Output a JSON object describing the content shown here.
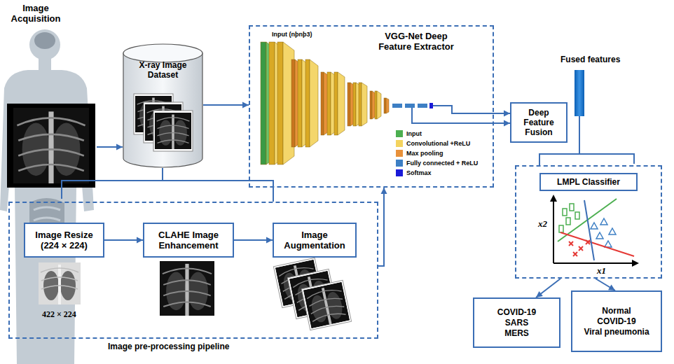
{
  "diagram": {
    "nodes": [
      {
        "text": [
          "Image Acquisition"
        ]
      },
      {
        "text": [
          "X-ray Image Dataset"
        ]
      },
      {
        "text": [
          "Image pre-processing pipeline"
        ]
      },
      {
        "text": [
          "Image Resize (224 × 224)"
        ],
        "in": 2
      },
      {
        "text": [
          "CLAHE Image Enhancement"
        ],
        "in": 2
      },
      {
        "text": [
          "Image Augmentation"
        ],
        "in": 2
      },
      {
        "text": [
          "VGG-Net Deep Feature Extractor"
        ]
      },
      {
        "text": [
          "Deep Feature Fusion"
        ]
      },
      {
        "text": [
          "Fused features"
        ]
      },
      {
        "text": [
          "LMPL Classifier"
        ]
      },
      {
        "text": [
          "COVID-19",
          "SARS",
          "MERS"
        ]
      },
      {
        "text": [
          "Normal",
          "COVID-19",
          "Viral pneumonia"
        ]
      }
    ],
    "edges": [
      {
        "from": 0,
        "to": 1,
        "arrow": "to"
      },
      {
        "from": 1,
        "to": 2,
        "arrow": "none"
      },
      {
        "from": 3,
        "to": 4,
        "arrow": "to"
      },
      {
        "from": 4,
        "to": 5,
        "arrow": "to"
      },
      {
        "from": 2,
        "to": 6,
        "arrow": "to"
      },
      {
        "from": 1,
        "to": 6,
        "arrow": "to"
      },
      {
        "from": 6,
        "to": 7,
        "arrow": "to"
      },
      {
        "from": 6,
        "to": 7,
        "arrow": "to"
      },
      {
        "from": 8,
        "to": 9,
        "arrow": "none"
      },
      {
        "from": 9,
        "to": 10,
        "arrow": "to"
      },
      {
        "from": 9,
        "to": 11,
        "arrow": "to"
      }
    ],
    "labels": [
      "Input (nþnþ3)",
      "422 × 224",
      "x2",
      "x1"
    ],
    "legend": [
      {
        "text": "Input",
        "color": "#4caf50"
      },
      {
        "text": "Convolutional +ReLU",
        "color": "#f4d35e"
      },
      {
        "text": "Max pooling",
        "color": "#e8913a"
      },
      {
        "text": "Fully connected + ReLU",
        "color": "#3d7fc4"
      },
      {
        "text": "Softmax",
        "color": "#1a1ad8"
      }
    ]
  }
}
